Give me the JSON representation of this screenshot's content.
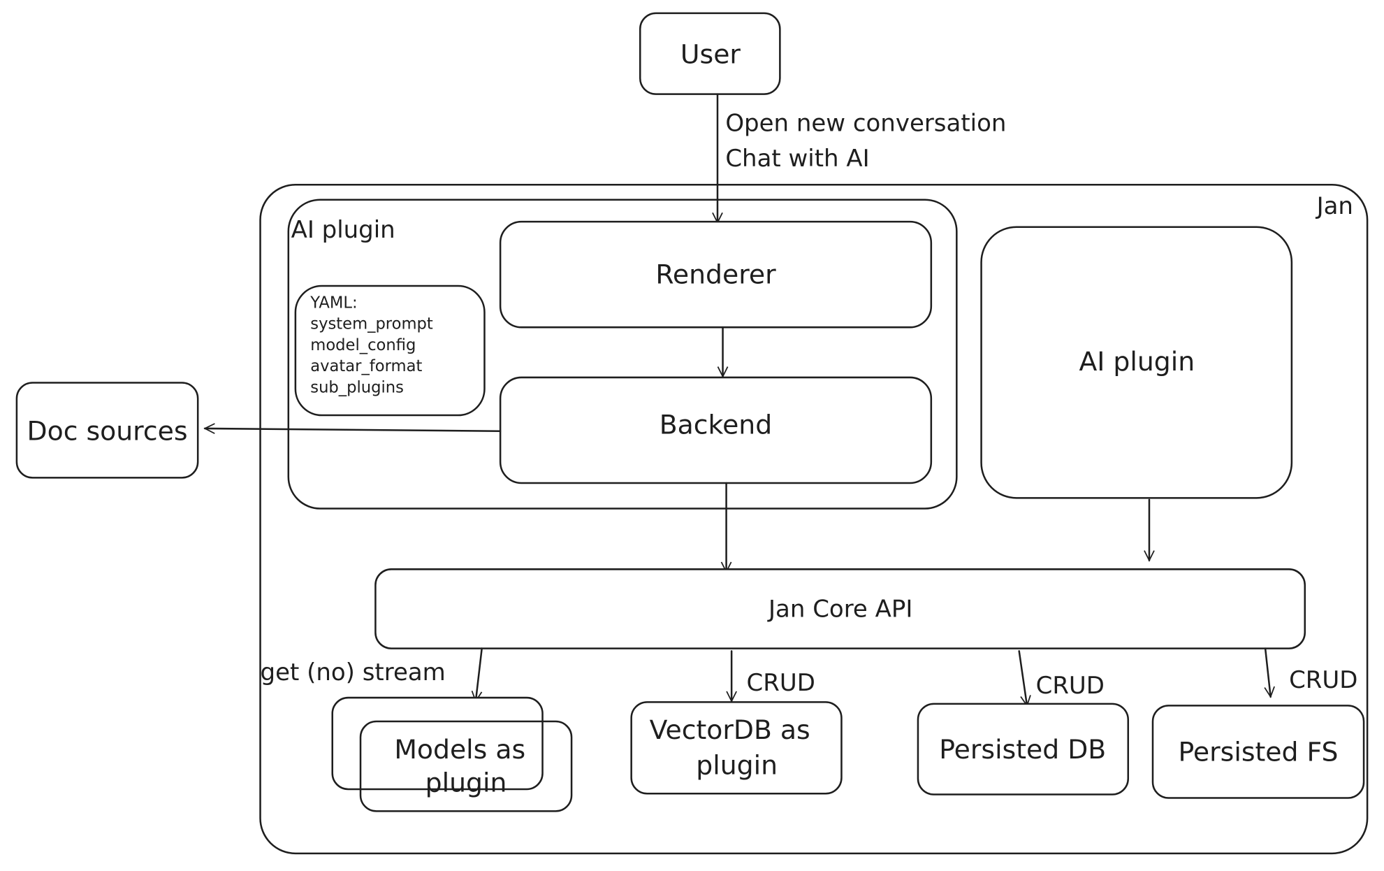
{
  "nodes": {
    "user": "User",
    "jan": "Jan",
    "ai_plugin_container": "AI plugin",
    "renderer": "Renderer",
    "backend": "Backend",
    "yaml": [
      "YAML:",
      "system_prompt",
      "model_config",
      "avatar_format",
      "sub_plugins"
    ],
    "doc_sources": "Doc sources",
    "ai_plugin_right": "AI plugin",
    "jan_core_api": "Jan Core API",
    "models": [
      "Models as",
      "plugin"
    ],
    "vectordb": [
      "VectorDB as",
      "plugin"
    ],
    "persisted_db": "Persisted DB",
    "persisted_fs": "Persisted FS"
  },
  "edges": {
    "user_to_renderer": [
      "Open new conversation",
      "Chat with AI"
    ],
    "api_to_models": "get (no) stream",
    "api_to_vectordb": "CRUD",
    "api_to_db": "CRUD",
    "api_to_fs": "CRUD"
  }
}
